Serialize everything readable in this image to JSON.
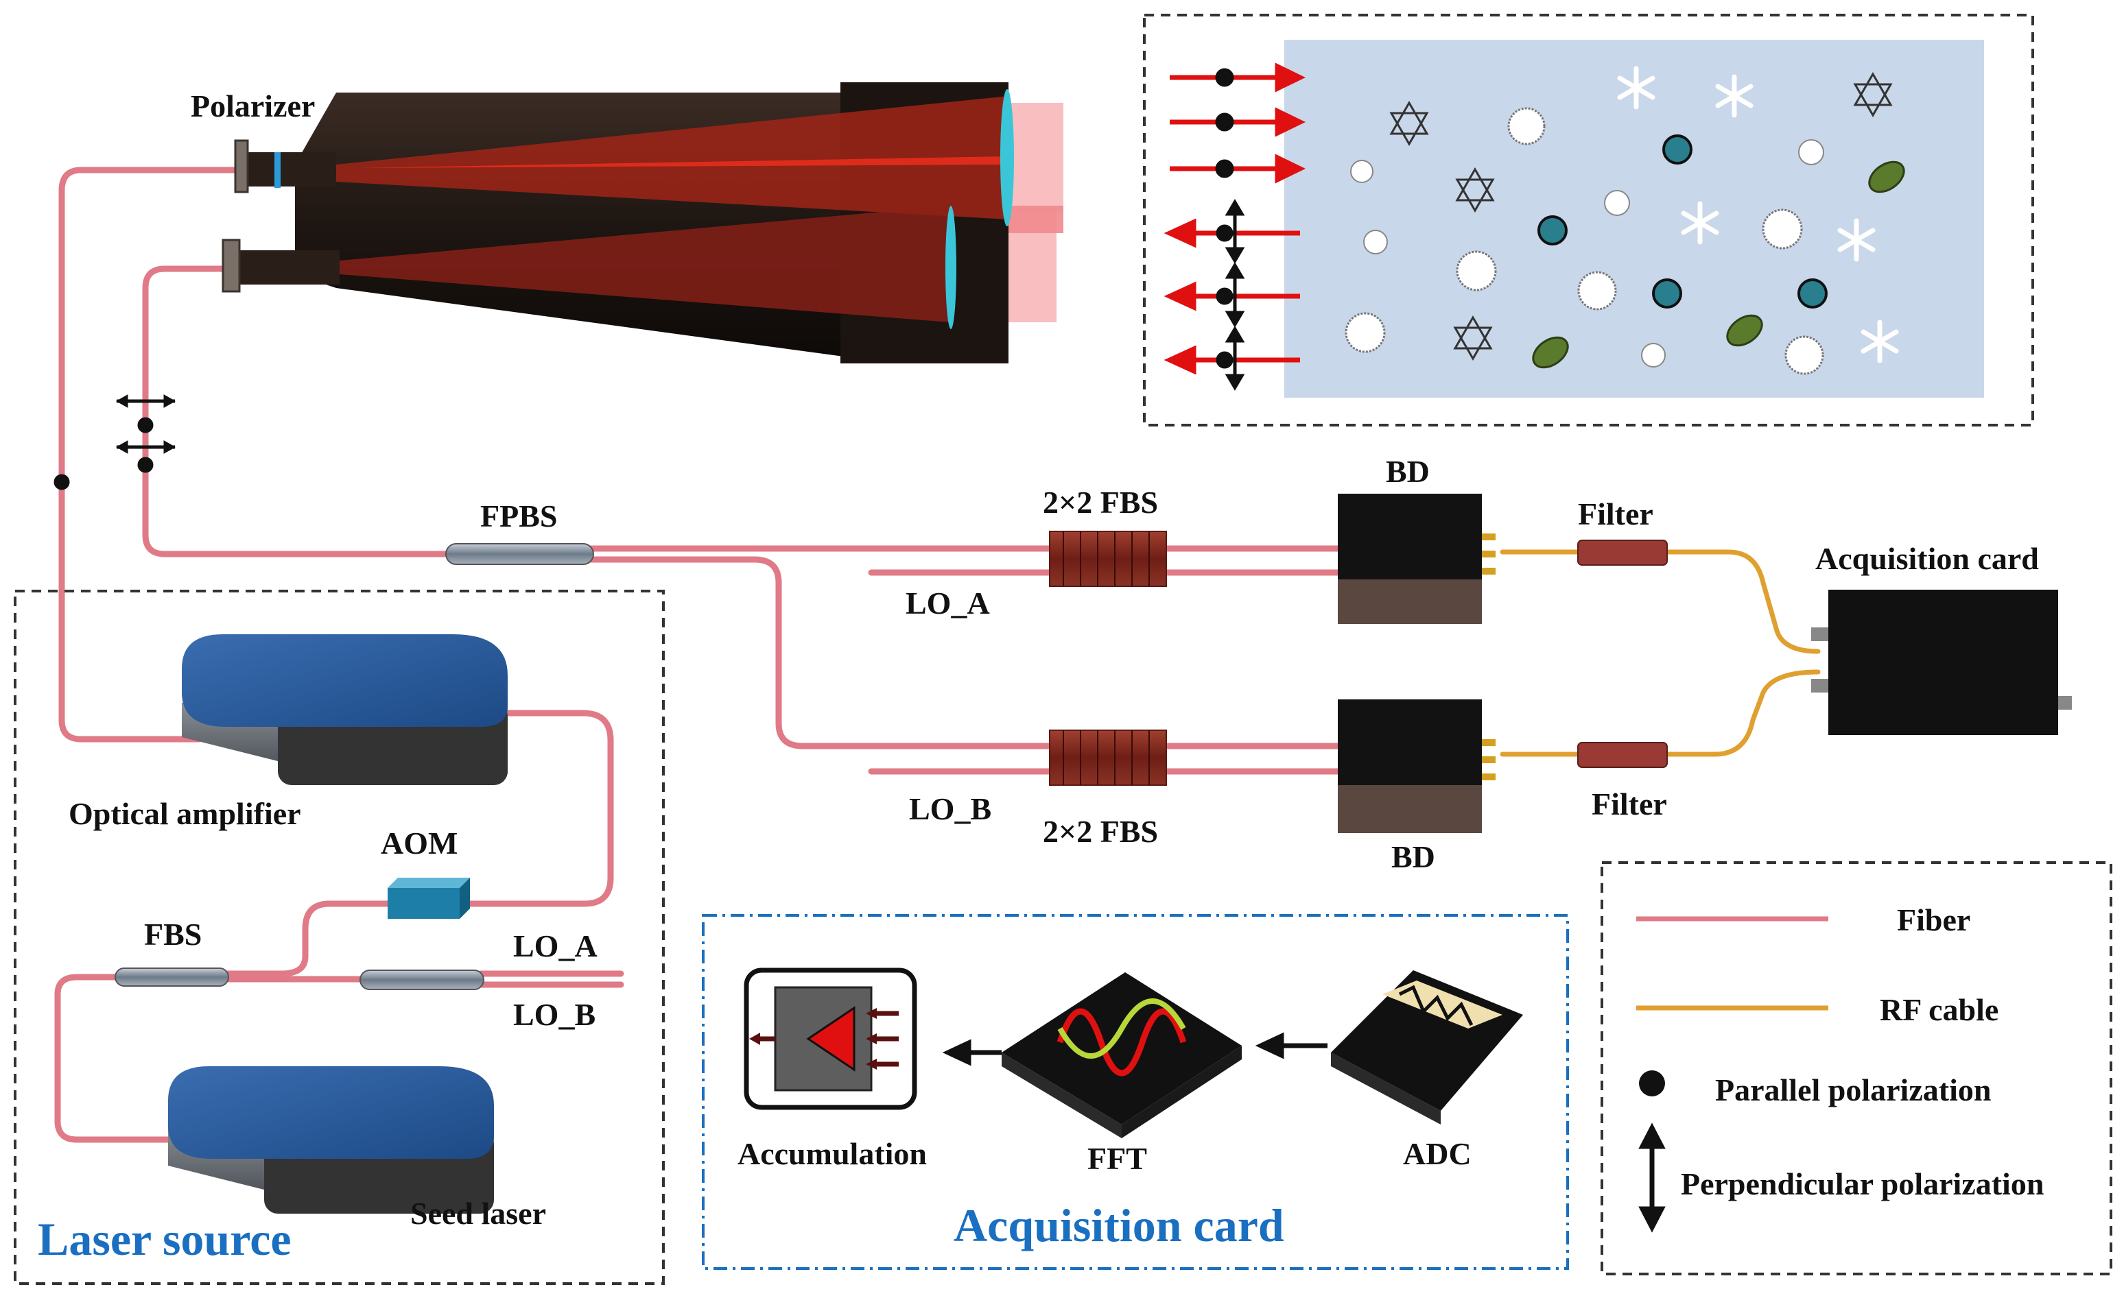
{
  "labels": {
    "polarizer": "Polarizer",
    "fpbs": "FPBS",
    "fbs2x2_a": "2×2 FBS",
    "fbs2x2_b": "2×2 FBS",
    "bd_top": "BD",
    "bd_bottom": "BD",
    "filter_top": "Filter",
    "filter_bottom": "Filter",
    "acq_card": "Acquisition card",
    "lo_a": "LO_A",
    "lo_b": "LO_B",
    "optical_amplifier": "Optical amplifier",
    "aom": "AOM",
    "fbs": "FBS",
    "laser_lo_a": "LO_A",
    "laser_lo_b": "LO_B",
    "seed_laser": "Seed laser",
    "laser_source_title": "Laser source",
    "accumulation": "Accumulation",
    "fft": "FFT",
    "adc": "ADC",
    "acq_card_title": "Acquisition card"
  },
  "legend": {
    "fiber": "Fiber",
    "rf_cable": "RF cable",
    "parallel": "Parallel polarization",
    "perpendicular": "Perpendicular polarization"
  },
  "colors": {
    "fiber": "#e07a86",
    "rf_cable": "#e0a030",
    "laser_beam": "#e01010",
    "atmosphere_bg": "#c9d7ea",
    "aerosol_teal": "#2a7f8e",
    "aerosol_green": "#5a7a2c",
    "box_blue": "#2d5fa0",
    "title_blue": "#1a6fc0"
  }
}
